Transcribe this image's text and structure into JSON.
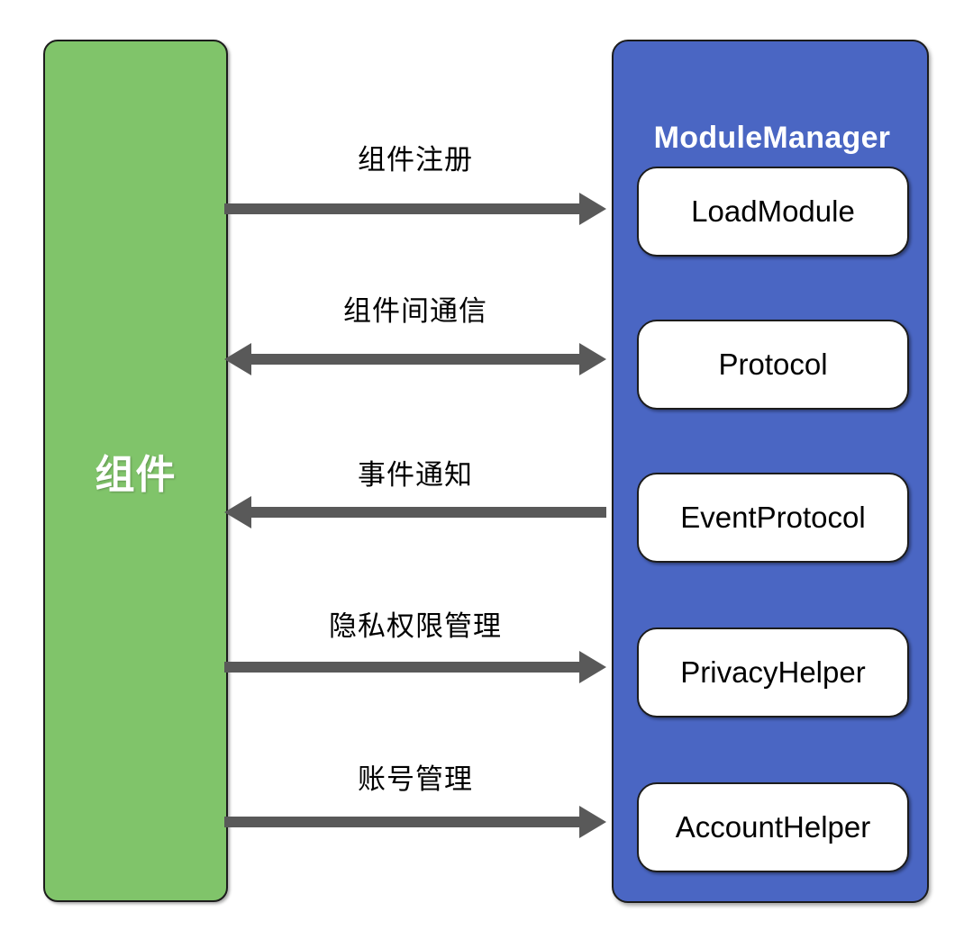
{
  "diagram": {
    "title": "ModuleManager component architecture",
    "colors": {
      "green": "#80c46a",
      "blue": "#4a66c3",
      "arrow_gray": "#595959",
      "box_white": "#ffffff",
      "border_black": "#1c1c1c"
    }
  },
  "component": {
    "label": "组件"
  },
  "manager": {
    "title": "ModuleManager",
    "modules": [
      {
        "label": "LoadModule"
      },
      {
        "label": "Protocol"
      },
      {
        "label": "EventProtocol"
      },
      {
        "label": "PrivacyHelper"
      },
      {
        "label": "AccountHelper"
      }
    ]
  },
  "connectors": [
    {
      "label": "组件注册",
      "direction": "right",
      "icon": "arrow-right-icon"
    },
    {
      "label": "组件间通信",
      "direction": "both",
      "icon": "arrow-both-icon"
    },
    {
      "label": "事件通知",
      "direction": "left",
      "icon": "arrow-left-icon"
    },
    {
      "label": "隐私权限管理",
      "direction": "right",
      "icon": "arrow-right-icon"
    },
    {
      "label": "账号管理",
      "direction": "right",
      "icon": "arrow-right-icon"
    }
  ]
}
